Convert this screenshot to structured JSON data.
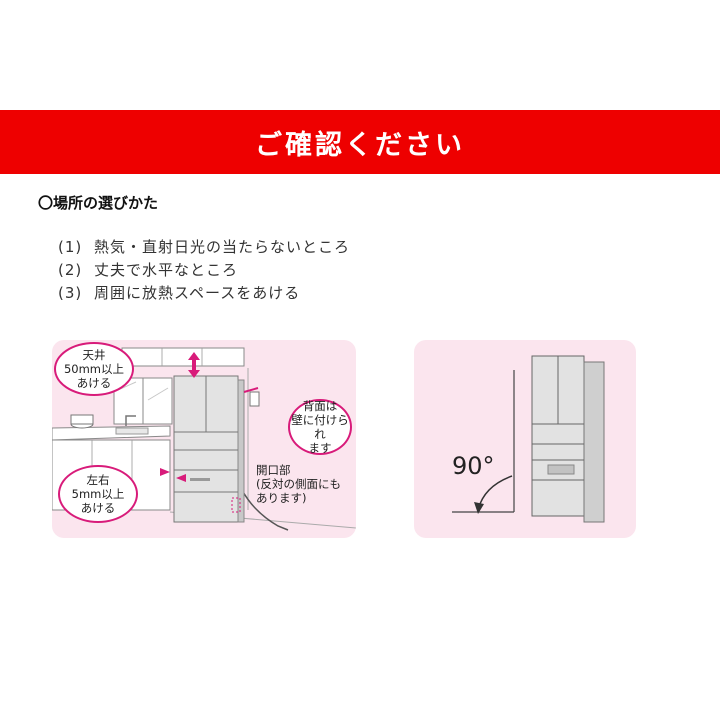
{
  "banner": {
    "title": "ご確認ください",
    "color": "#ee0000"
  },
  "section": {
    "title": "〇場所の選びかた"
  },
  "conditions": [
    {
      "num": "(1)",
      "text": "熱気・直射日光の当たらないところ"
    },
    {
      "num": "(2)",
      "text": "丈夫で水平なところ"
    },
    {
      "num": "(3)",
      "text": "周囲に放熱スペースをあける"
    }
  ],
  "illustration_left": {
    "ceiling_callout": [
      "天井",
      "50mm以上",
      "あける"
    ],
    "back_callout": [
      "背面は",
      "壁に付けられ",
      "ます"
    ],
    "side_callout": [
      "左右",
      "5mm以上",
      "あける"
    ],
    "opening_label": [
      "開口部",
      "(反対の側面にも",
      "あります)"
    ],
    "accent_color": "#d81b7a",
    "panel_color": "#fbe5ee"
  },
  "illustration_right": {
    "angle_label": "90°"
  }
}
